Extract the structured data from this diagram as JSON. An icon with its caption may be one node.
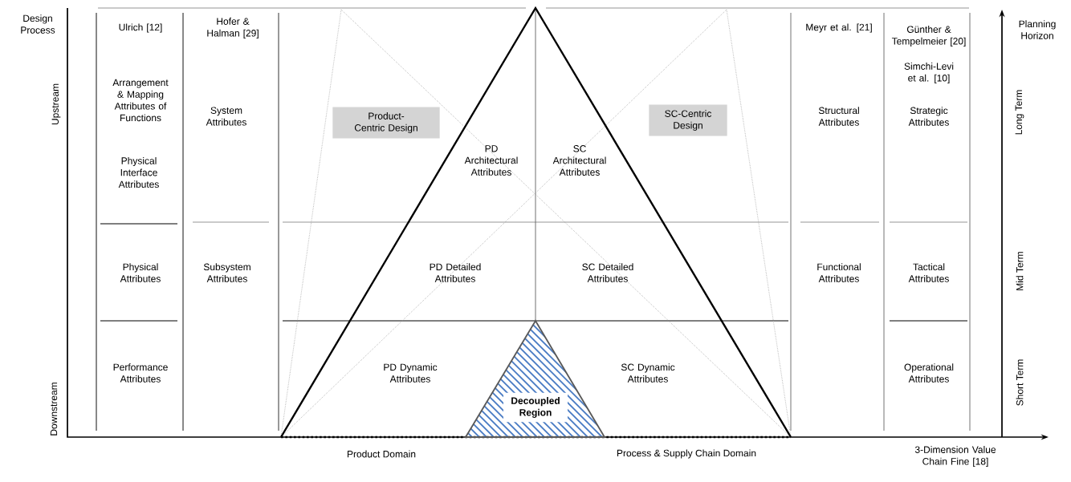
{
  "diagram": {
    "nodes": [
      {
        "text": [
          "Product-Centric Design"
        ]
      },
      {
        "text": [
          "SC-Centric Design"
        ]
      },
      {
        "text": [
          "Decoupled Region"
        ]
      }
    ],
    "labels": [
      "Design Process",
      "Upstream",
      "Downstream",
      "Ulrich [12]",
      "Arrangement & Mapping Attributes of Functions",
      "Physical Interface Attributes",
      "Physical Attributes",
      "Performance Attributes",
      "Hofer & Halman [29]",
      "System Attributes",
      "Subsystem Attributes",
      "PD Architectural Attributes",
      "SC Architectural Attributes",
      "PD Detailed Attributes",
      "SC Detailed Attributes",
      "PD Dynamic Attributes",
      "SC Dynamic Attributes",
      "Meyr et al. [21]",
      "Structural Attributes",
      "Functional Attributes",
      "Günther & Tempelmeier [20]",
      "Simchi-Levi et al. [10]",
      "Strategic Attributes",
      "Tactical Attributes",
      "Operational Attributes",
      "Planning Horizon",
      "Long Term",
      "Mid Term",
      "Short Term",
      "Product Domain",
      "Process & Supply Chain Domain",
      "3-Dimension Value Chain Fine [18]"
    ]
  }
}
